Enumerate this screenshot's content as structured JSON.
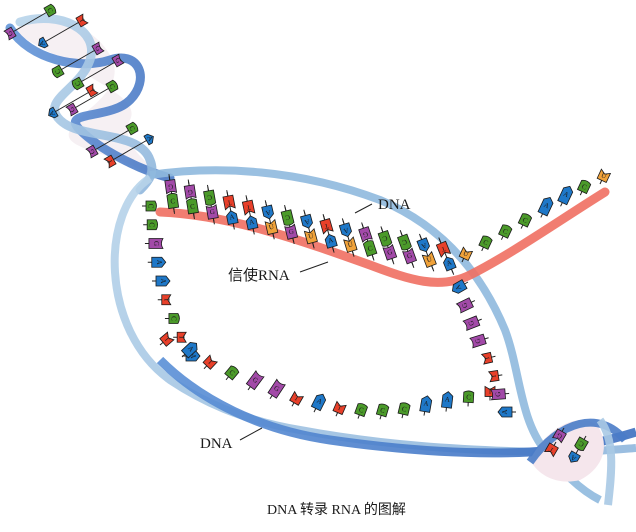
{
  "figure": {
    "caption": "DNA 转录 RNA 的图解",
    "labels": {
      "dna_upper": "DNA",
      "mrna": "信使RNA",
      "dna_lower": "DNA"
    }
  },
  "colors": {
    "A": "#1f78c8",
    "T": "#e8402a",
    "G": "#a24aa8",
    "C": "#4b9a2a",
    "U": "#f0a23a",
    "dna_backbone_light": "#a9c9e4",
    "dna_backbone_dark": "#4a7cc8",
    "mrna_backbone": "#ef7a6c",
    "helix_fill": "#f7eef0"
  },
  "sequences": {
    "top_helix_pairs": [
      "G-C",
      "A-T",
      "C-G",
      "G-C",
      "C-G",
      "A-T",
      "G-C",
      "T-A"
    ],
    "bubble_template_pairs": [
      {
        "dna": "G",
        "rna": "C"
      },
      {
        "dna": "G",
        "rna": "C"
      },
      {
        "dna": "C",
        "rna": "G"
      },
      {
        "dna": "T",
        "rna": "A"
      },
      {
        "dna": "T",
        "rna": "A"
      },
      {
        "dna": "A",
        "rna": "U"
      },
      {
        "dna": "C",
        "rna": "G"
      },
      {
        "dna": "A",
        "rna": "U"
      },
      {
        "dna": "T",
        "rna": "A"
      },
      {
        "dna": "A",
        "rna": "U"
      },
      {
        "dna": "G",
        "rna": "C"
      },
      {
        "dna": "C",
        "rna": "G"
      },
      {
        "dna": "C",
        "rna": "G"
      },
      {
        "dna": "A",
        "rna": "U"
      },
      {
        "dna": "T",
        "rna": "A"
      }
    ],
    "mrna_tail": [
      "U",
      "C",
      "C",
      "C",
      "A",
      "A",
      "C",
      "U"
    ],
    "left_coding_strand": [
      "C",
      "C",
      "G",
      "A",
      "A",
      "T",
      "C",
      "T",
      "A"
    ],
    "bottom_coding_strand": [
      "T",
      "A",
      "T",
      "C",
      "G",
      "G",
      "T",
      "A",
      "T",
      "C",
      "C",
      "C",
      "A",
      "A",
      "C",
      "T"
    ],
    "right_template_strand": [
      "A",
      "G",
      "G",
      "G",
      "T",
      "T",
      "G",
      "A"
    ],
    "bottom_helix_pairs": [
      "T-A",
      "A-T",
      "G-C",
      "C-G"
    ]
  }
}
